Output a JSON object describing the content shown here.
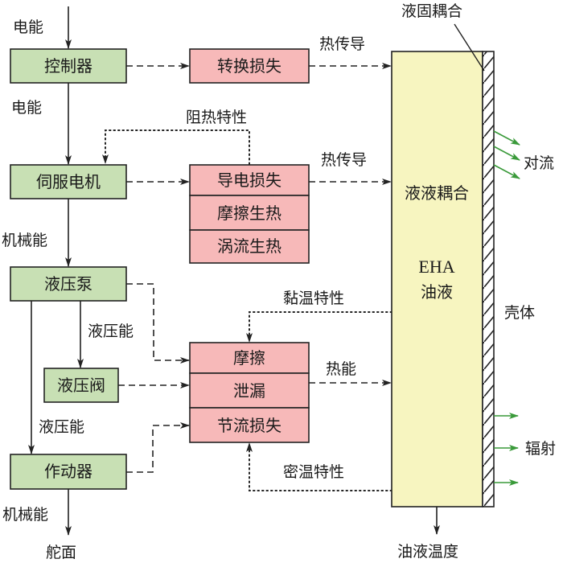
{
  "colors": {
    "green_box": "#c8e0b4",
    "pink_box": "#f7b9b9",
    "yellow_box": "#f7f5c0",
    "stroke": "#222222",
    "green_arrow": "#3a9a3a"
  },
  "components": {
    "controller": "控制器",
    "servo_motor": "伺服电机",
    "hydraulic_pump": "液压泵",
    "hydraulic_valve": "液压阀",
    "actuator": "作动器"
  },
  "losses": {
    "conversion_loss": "转换损失",
    "motor_losses": [
      "导电损失",
      "摩擦生热",
      "涡流生热"
    ],
    "hydraulic_losses": [
      "摩擦",
      "泄漏",
      "节流损失"
    ]
  },
  "oil_box": {
    "coupling_label": "液液耦合",
    "line1": "EHA",
    "line2": "油液"
  },
  "labels": {
    "electric_energy_in": "电能",
    "electric_energy_mid": "电能",
    "mechanical_energy_1": "机械能",
    "hydraulic_energy_1": "液压能",
    "hydraulic_energy_2": "液压能",
    "mechanical_energy_2": "机械能",
    "rudder_surface": "舵面",
    "heat_conduction_1": "热传导",
    "heat_conduction_2": "热传导",
    "thermal_resistance": "阻热特性",
    "viscosity_temperature": "黏温特性",
    "heat_energy": "热能",
    "density_temperature": "密温特性",
    "liquid_solid_coupling": "液固耦合",
    "convection": "对流",
    "housing": "壳体",
    "radiation": "辐射",
    "oil_temperature": "油液温度"
  }
}
